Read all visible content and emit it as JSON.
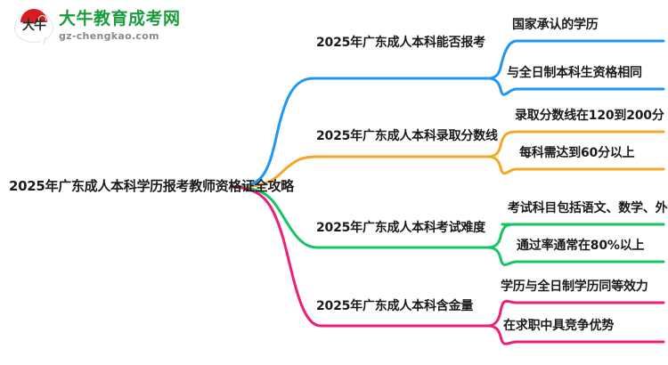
{
  "logo": {
    "mark_text": "大牛",
    "title": "大牛教育成考网",
    "subtitle": "gz-chengkao.com",
    "title_color": "#1a9c3c",
    "cap_color": "#d61d23"
  },
  "mindmap": {
    "root": {
      "label": "2025年广东成人本科学历报考教师资格证全攻略"
    },
    "branches": [
      {
        "label": "2025年广东成人本科能否报考",
        "color": "#2196f3",
        "leaves": [
          {
            "label": "国家承认的学历"
          },
          {
            "label": "与全日制本科生资格相同"
          }
        ]
      },
      {
        "label": "2025年广东成人本科录取分数线",
        "color": "#f5a623",
        "leaves": [
          {
            "label": "录取分数线在120到200分"
          },
          {
            "label": "每科需达到60分以上"
          }
        ]
      },
      {
        "label": "2025年广东成人本科考试难度",
        "color": "#16c463",
        "leaves": [
          {
            "label": "考试科目包括语文、数学、外语"
          },
          {
            "label": "通过率通常在80%以上"
          }
        ]
      },
      {
        "label": "2025年广东成人本科含金量",
        "color": "#ec1e79",
        "leaves": [
          {
            "label": "学历与全日制学历同等效力"
          },
          {
            "label": "在求职中具竞争优势"
          }
        ]
      }
    ]
  }
}
